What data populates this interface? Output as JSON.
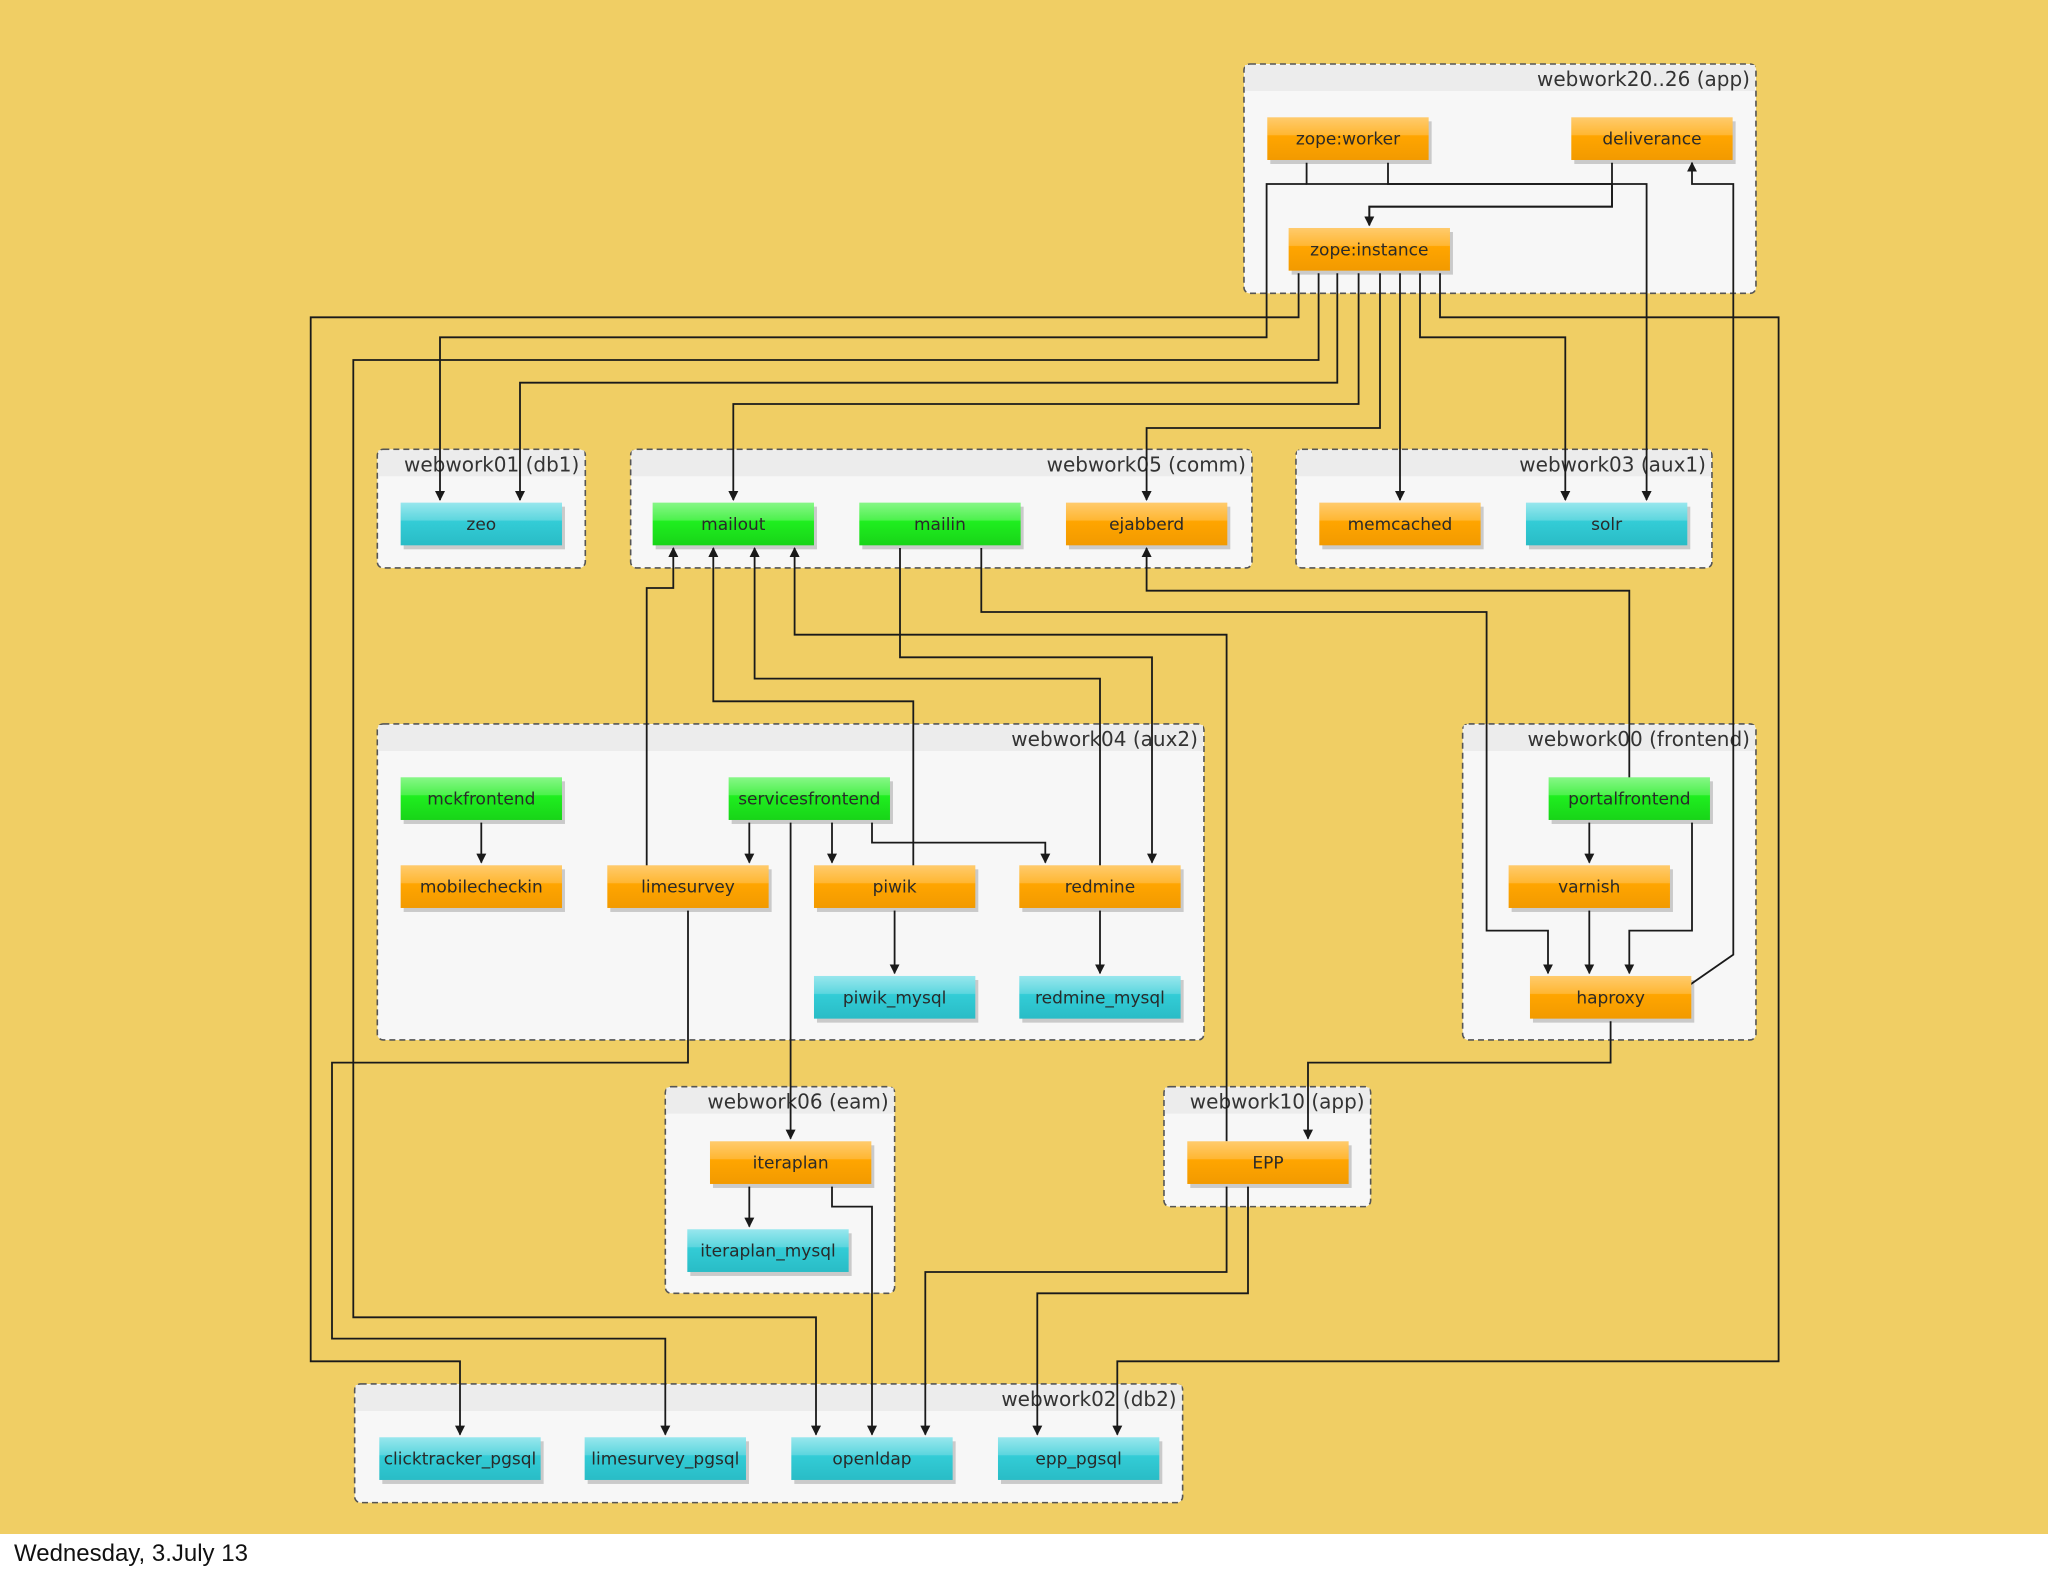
{
  "footer": {
    "date": "Wednesday, 3.July 13"
  },
  "colors": {
    "background": "#f0ce64",
    "orange": "#ffa500",
    "green": "#22ee22",
    "cyan": "#33ccd6",
    "edge": "#1a1a1a"
  },
  "clusters": [
    {
      "id": "app2026",
      "label": "webwork20..26 (app)"
    },
    {
      "id": "db1",
      "label": "webwork01 (db1)"
    },
    {
      "id": "comm",
      "label": "webwork05 (comm)"
    },
    {
      "id": "aux1",
      "label": "webwork03 (aux1)"
    },
    {
      "id": "aux2",
      "label": "webwork04 (aux2)"
    },
    {
      "id": "frontend",
      "label": "webwork00 (frontend)"
    },
    {
      "id": "eam",
      "label": "webwork06 (eam)"
    },
    {
      "id": "app10",
      "label": "webwork10 (app)"
    },
    {
      "id": "db2",
      "label": "webwork02 (db2)"
    }
  ],
  "nodes": [
    {
      "id": "zope_worker",
      "label": "zope:worker",
      "color": "orange"
    },
    {
      "id": "deliverance",
      "label": "deliverance",
      "color": "orange"
    },
    {
      "id": "zope_instance",
      "label": "zope:instance",
      "color": "orange"
    },
    {
      "id": "zeo",
      "label": "zeo",
      "color": "cyan"
    },
    {
      "id": "mailout",
      "label": "mailout",
      "color": "green"
    },
    {
      "id": "mailin",
      "label": "mailin",
      "color": "green"
    },
    {
      "id": "ejabberd",
      "label": "ejabberd",
      "color": "orange"
    },
    {
      "id": "memcached",
      "label": "memcached",
      "color": "orange"
    },
    {
      "id": "solr",
      "label": "solr",
      "color": "cyan"
    },
    {
      "id": "mckfrontend",
      "label": "mckfrontend",
      "color": "green"
    },
    {
      "id": "servicesfrontend",
      "label": "servicesfrontend",
      "color": "green"
    },
    {
      "id": "mobilecheckin",
      "label": "mobilecheckin",
      "color": "orange"
    },
    {
      "id": "limesurvey",
      "label": "limesurvey",
      "color": "orange"
    },
    {
      "id": "piwik",
      "label": "piwik",
      "color": "orange"
    },
    {
      "id": "redmine",
      "label": "redmine",
      "color": "orange"
    },
    {
      "id": "piwik_mysql",
      "label": "piwik_mysql",
      "color": "cyan"
    },
    {
      "id": "redmine_mysql",
      "label": "redmine_mysql",
      "color": "cyan"
    },
    {
      "id": "portalfrontend",
      "label": "portalfrontend",
      "color": "green"
    },
    {
      "id": "varnish",
      "label": "varnish",
      "color": "orange"
    },
    {
      "id": "haproxy",
      "label": "haproxy",
      "color": "orange"
    },
    {
      "id": "iteraplan",
      "label": "iteraplan",
      "color": "orange"
    },
    {
      "id": "iteraplan_mysql",
      "label": "iteraplan_mysql",
      "color": "cyan"
    },
    {
      "id": "epp",
      "label": "EPP",
      "color": "orange"
    },
    {
      "id": "clicktracker_pgsql",
      "label": "clicktracker_pgsql",
      "color": "cyan"
    },
    {
      "id": "limesurvey_pgsql",
      "label": "limesurvey_pgsql",
      "color": "cyan"
    },
    {
      "id": "openldap",
      "label": "openldap",
      "color": "cyan"
    },
    {
      "id": "epp_pgsql",
      "label": "epp_pgsql",
      "color": "cyan"
    }
  ],
  "edges": [
    {
      "from": "zope_worker",
      "to": "zope_instance"
    },
    {
      "from": "deliverance",
      "to": "zope_instance"
    },
    {
      "from": "zope_worker",
      "to": "solr"
    },
    {
      "from": "haproxy",
      "to": "deliverance"
    },
    {
      "from": "zope_worker",
      "to": "zeo"
    },
    {
      "from": "zope_instance",
      "to": "zeo"
    },
    {
      "from": "zope_instance",
      "to": "mailout"
    },
    {
      "from": "zope_instance",
      "to": "ejabberd"
    },
    {
      "from": "zope_instance",
      "to": "memcached"
    },
    {
      "from": "zope_instance",
      "to": "solr"
    },
    {
      "from": "zope_instance",
      "to": "clicktracker_pgsql"
    },
    {
      "from": "zope_instance",
      "to": "openldap"
    },
    {
      "from": "zope_instance",
      "to": "epp_pgsql"
    },
    {
      "from": "limesurvey",
      "to": "mailout"
    },
    {
      "from": "piwik",
      "to": "mailout"
    },
    {
      "from": "redmine",
      "to": "mailout"
    },
    {
      "from": "epp",
      "to": "mailout"
    },
    {
      "from": "mailin",
      "to": "redmine"
    },
    {
      "from": "mailin",
      "to": "haproxy"
    },
    {
      "from": "portalfrontend",
      "to": "ejabberd"
    },
    {
      "from": "mckfrontend",
      "to": "mobilecheckin"
    },
    {
      "from": "servicesfrontend",
      "to": "limesurvey"
    },
    {
      "from": "servicesfrontend",
      "to": "piwik"
    },
    {
      "from": "servicesfrontend",
      "to": "redmine"
    },
    {
      "from": "servicesfrontend",
      "to": "iteraplan"
    },
    {
      "from": "piwik",
      "to": "piwik_mysql"
    },
    {
      "from": "redmine",
      "to": "redmine_mysql"
    },
    {
      "from": "portalfrontend",
      "to": "varnish"
    },
    {
      "from": "varnish",
      "to": "haproxy"
    },
    {
      "from": "portalfrontend",
      "to": "haproxy"
    },
    {
      "from": "haproxy",
      "to": "epp"
    },
    {
      "from": "iteraplan",
      "to": "iteraplan_mysql"
    },
    {
      "from": "iteraplan",
      "to": "openldap"
    },
    {
      "from": "limesurvey",
      "to": "limesurvey_pgsql"
    },
    {
      "from": "epp",
      "to": "openldap"
    },
    {
      "from": "epp",
      "to": "epp_pgsql"
    }
  ]
}
